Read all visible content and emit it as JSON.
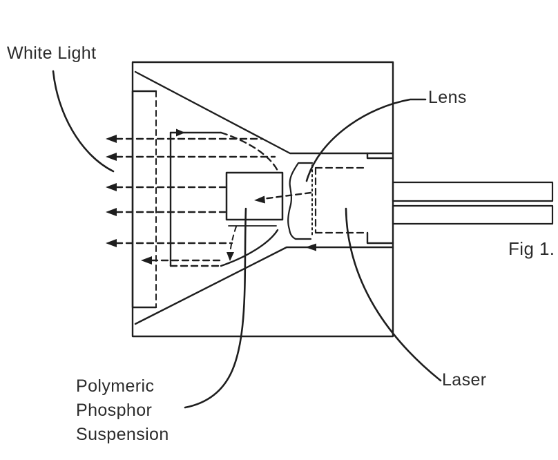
{
  "figure": {
    "caption": "Fig 1.",
    "labels": {
      "white_light": "White Light",
      "lens": "Lens",
      "laser": "Laser",
      "phosphor_line1": "Polymeric",
      "phosphor_line2": "Phosphor",
      "phosphor_line3": "Suspension"
    },
    "colors": {
      "ink": "#1e1e1e",
      "text": "#2b2b2b",
      "background": "#ffffff"
    }
  }
}
